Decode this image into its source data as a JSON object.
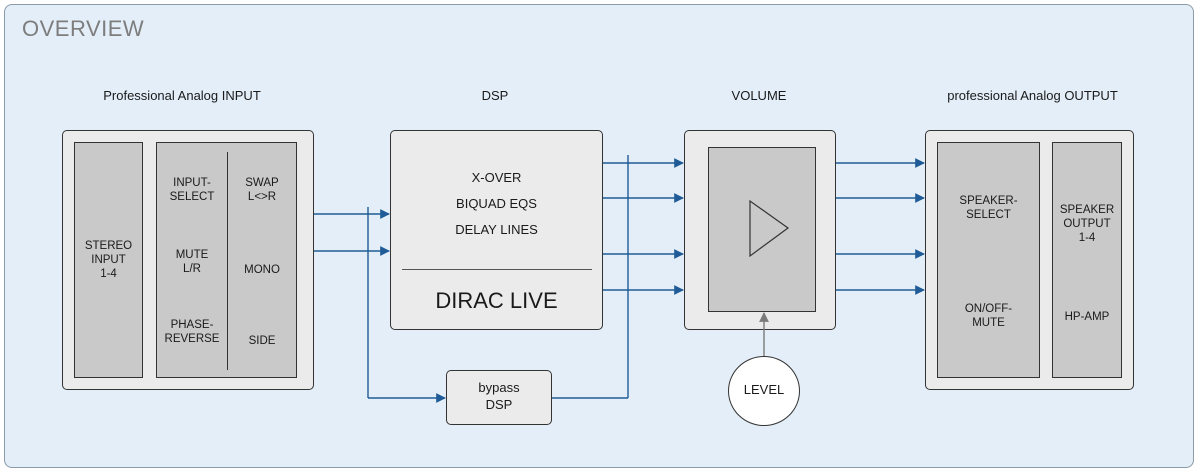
{
  "title": "OVERVIEW",
  "sections": {
    "input": "Professional Analog INPUT",
    "dsp": "DSP",
    "volume": "VOLUME",
    "output": "professional Analog OUTPUT"
  },
  "input": {
    "stereo": "STEREO\nINPUT\n1-4",
    "input_select": "INPUT-\nSELECT",
    "mute": "MUTE\nL/R",
    "phase": "PHASE-\nREVERSE",
    "swap": "SWAP\nL<>R",
    "mono": "MONO",
    "side": "SIDE"
  },
  "dsp": {
    "line1": "X-OVER",
    "line2": "BIQUAD EQS",
    "line3": "DELAY LINES",
    "dirac": "DIRAC LIVE"
  },
  "bypass": "bypass\nDSP",
  "level": "LEVEL",
  "output": {
    "speaker_select": "SPEAKER-\nSELECT",
    "on_off": "ON/OFF-\nMUTE",
    "speaker_output": "SPEAKER\nOUTPUT\n1-4",
    "hp_amp": "HP-AMP"
  },
  "colors": {
    "frame": "#e3eef8",
    "arrow": "#1f5b96",
    "box": "#ebebeb",
    "inner": "#c9c9c9"
  }
}
